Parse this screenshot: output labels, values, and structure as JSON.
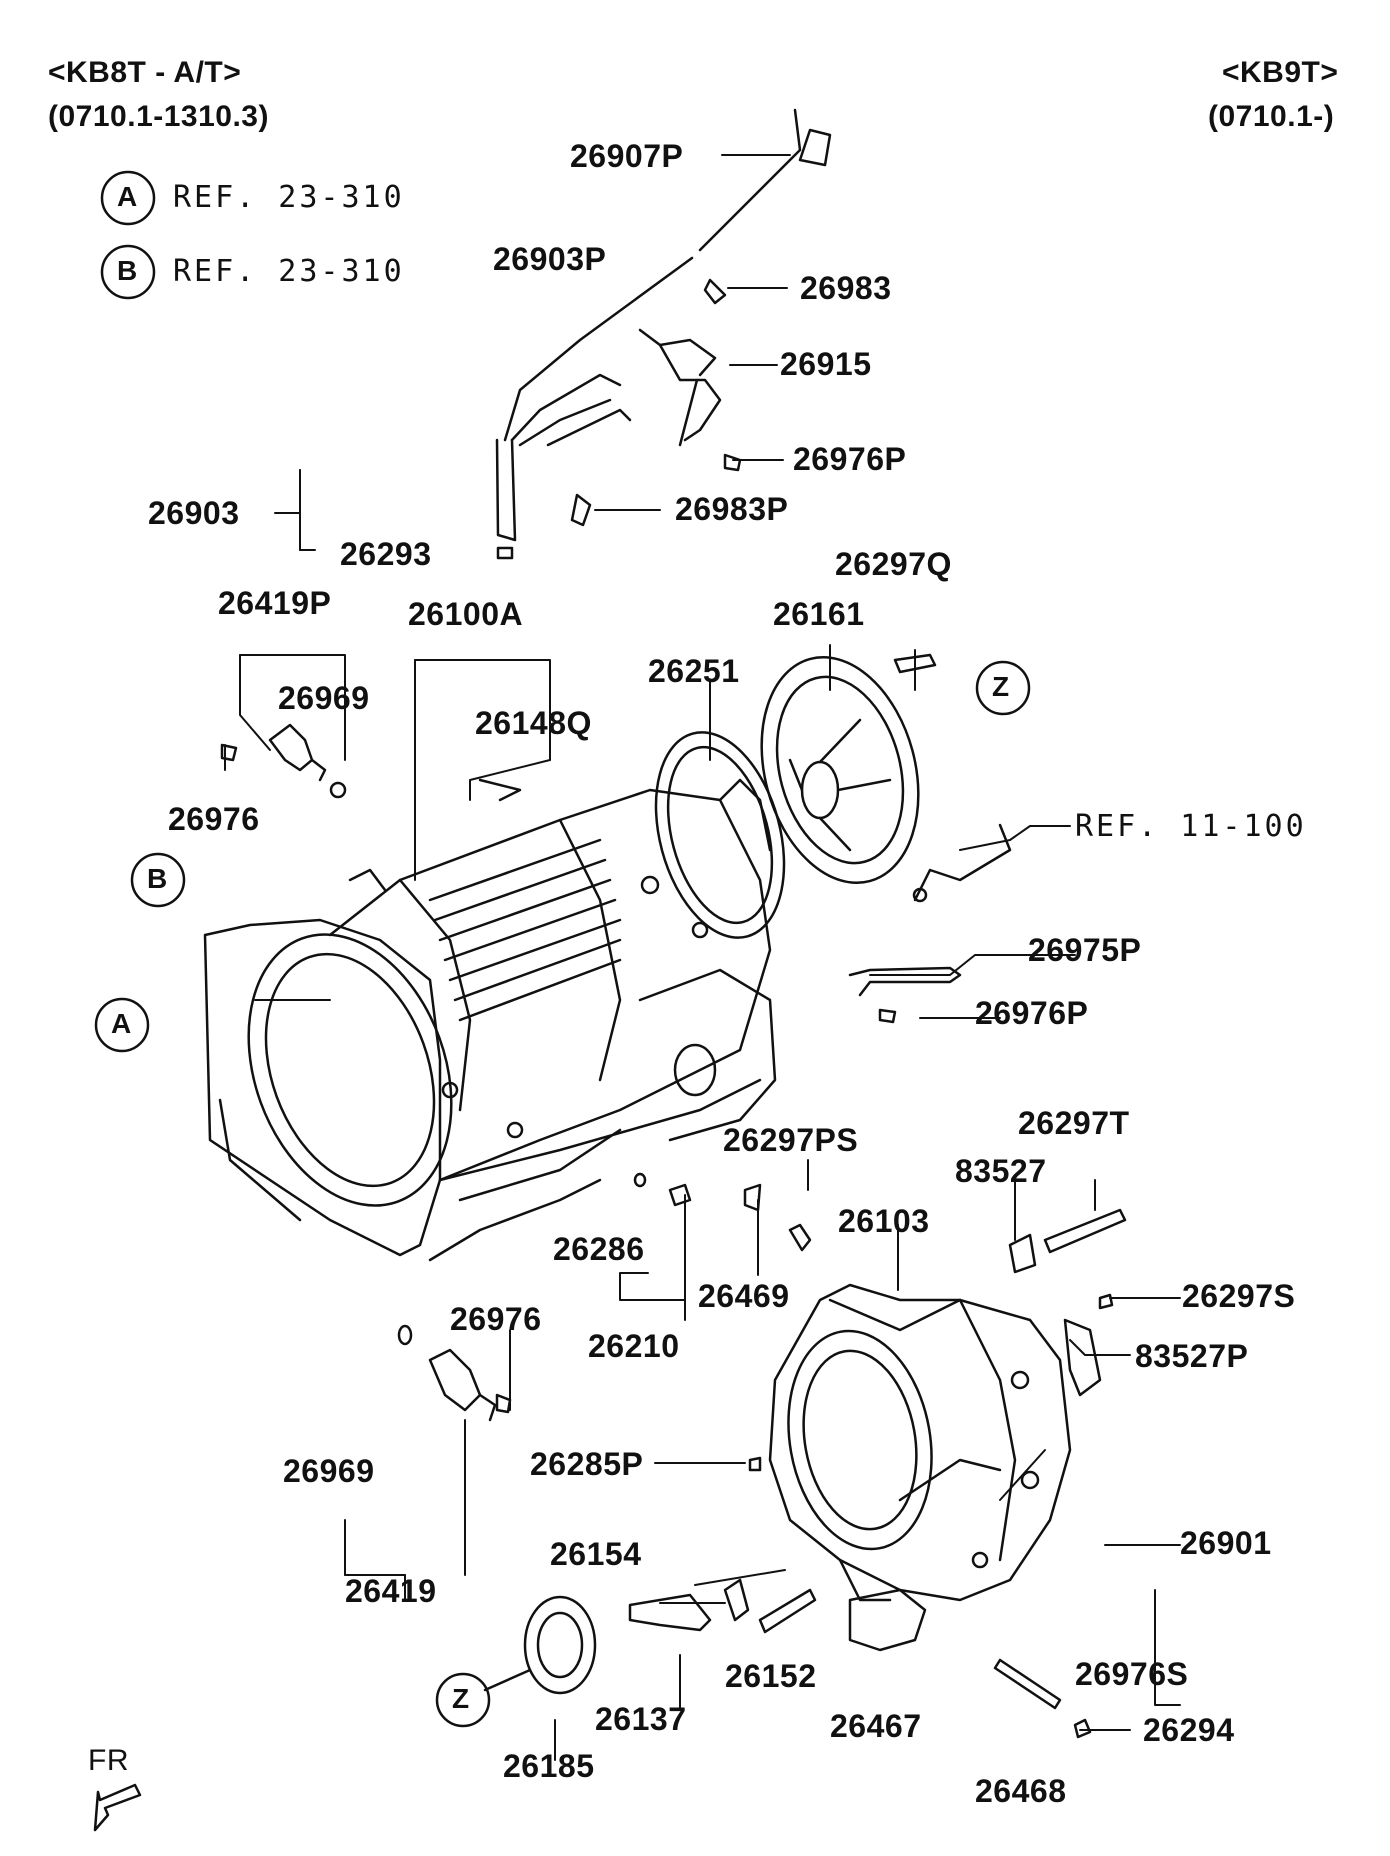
{
  "header": {
    "left_model": "<KB8T - A/T>",
    "left_range": "(0710.1-1310.3)",
    "right_model": "<KB9T>",
    "right_range": "(0710.1-)"
  },
  "refs": {
    "a_letter": "A",
    "a_text": "REF. 23-310",
    "b_letter": "B",
    "b_text": "REF. 23-310",
    "ref11": "REF. 11-100"
  },
  "markers": {
    "a": "A",
    "b": "B",
    "z": "Z"
  },
  "parts": {
    "p26907P": "26907P",
    "p26903P": "26903P",
    "p26983": "26983",
    "p26915": "26915",
    "p26976P_a": "26976P",
    "p26903": "26903",
    "p26983P": "26983P",
    "p26293": "26293",
    "p26297Q": "26297Q",
    "p26419P": "26419P",
    "p26100A": "26100A",
    "p26161": "26161",
    "p26251": "26251",
    "p26969_a": "26969",
    "p26148Q": "26148Q",
    "p26976_a": "26976",
    "p26975P": "26975P",
    "p26976P_b": "26976P",
    "p26297T": "26297T",
    "p26297PS": "26297PS",
    "p83527": "83527",
    "p26103": "26103",
    "p26286": "26286",
    "p26297S": "26297S",
    "p26469": "26469",
    "p83527P": "83527P",
    "p26976_b": "26976",
    "p26210": "26210",
    "p26285P": "26285P",
    "p26969_b": "26969",
    "p26901": "26901",
    "p26154": "26154",
    "p26419": "26419",
    "p26976S": "26976S",
    "p26152": "26152",
    "p26137": "26137",
    "p26467": "26467",
    "p26294": "26294",
    "p26185": "26185",
    "p26468": "26468"
  },
  "footer": {
    "fr": "FR"
  }
}
